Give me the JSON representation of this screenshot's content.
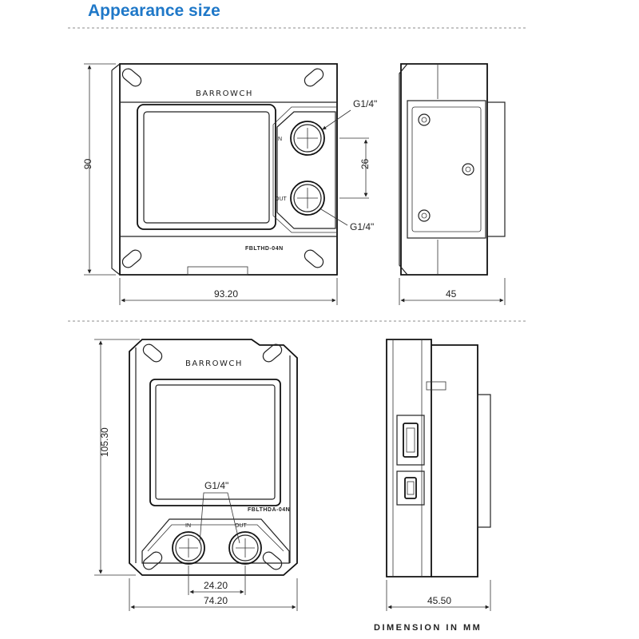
{
  "title": "Appearance size",
  "brand": "BARROWCH",
  "models": {
    "top": "FBLTHD-04N",
    "bottom": "FBLTHDA-04N"
  },
  "ports": {
    "in": "IN",
    "out": "OUT",
    "thread": "G1/4\""
  },
  "dimensions": {
    "top_height": "90",
    "top_width": "93.20",
    "port_spacing": "26",
    "top_depth": "45",
    "bottom_height": "105.30",
    "bottom_port_spacing": "24.20",
    "bottom_width": "74.20",
    "bottom_depth": "45.50"
  },
  "footer": "DIMENSION IN MM",
  "colors": {
    "title": "#1f78c8",
    "line": "#222222"
  }
}
